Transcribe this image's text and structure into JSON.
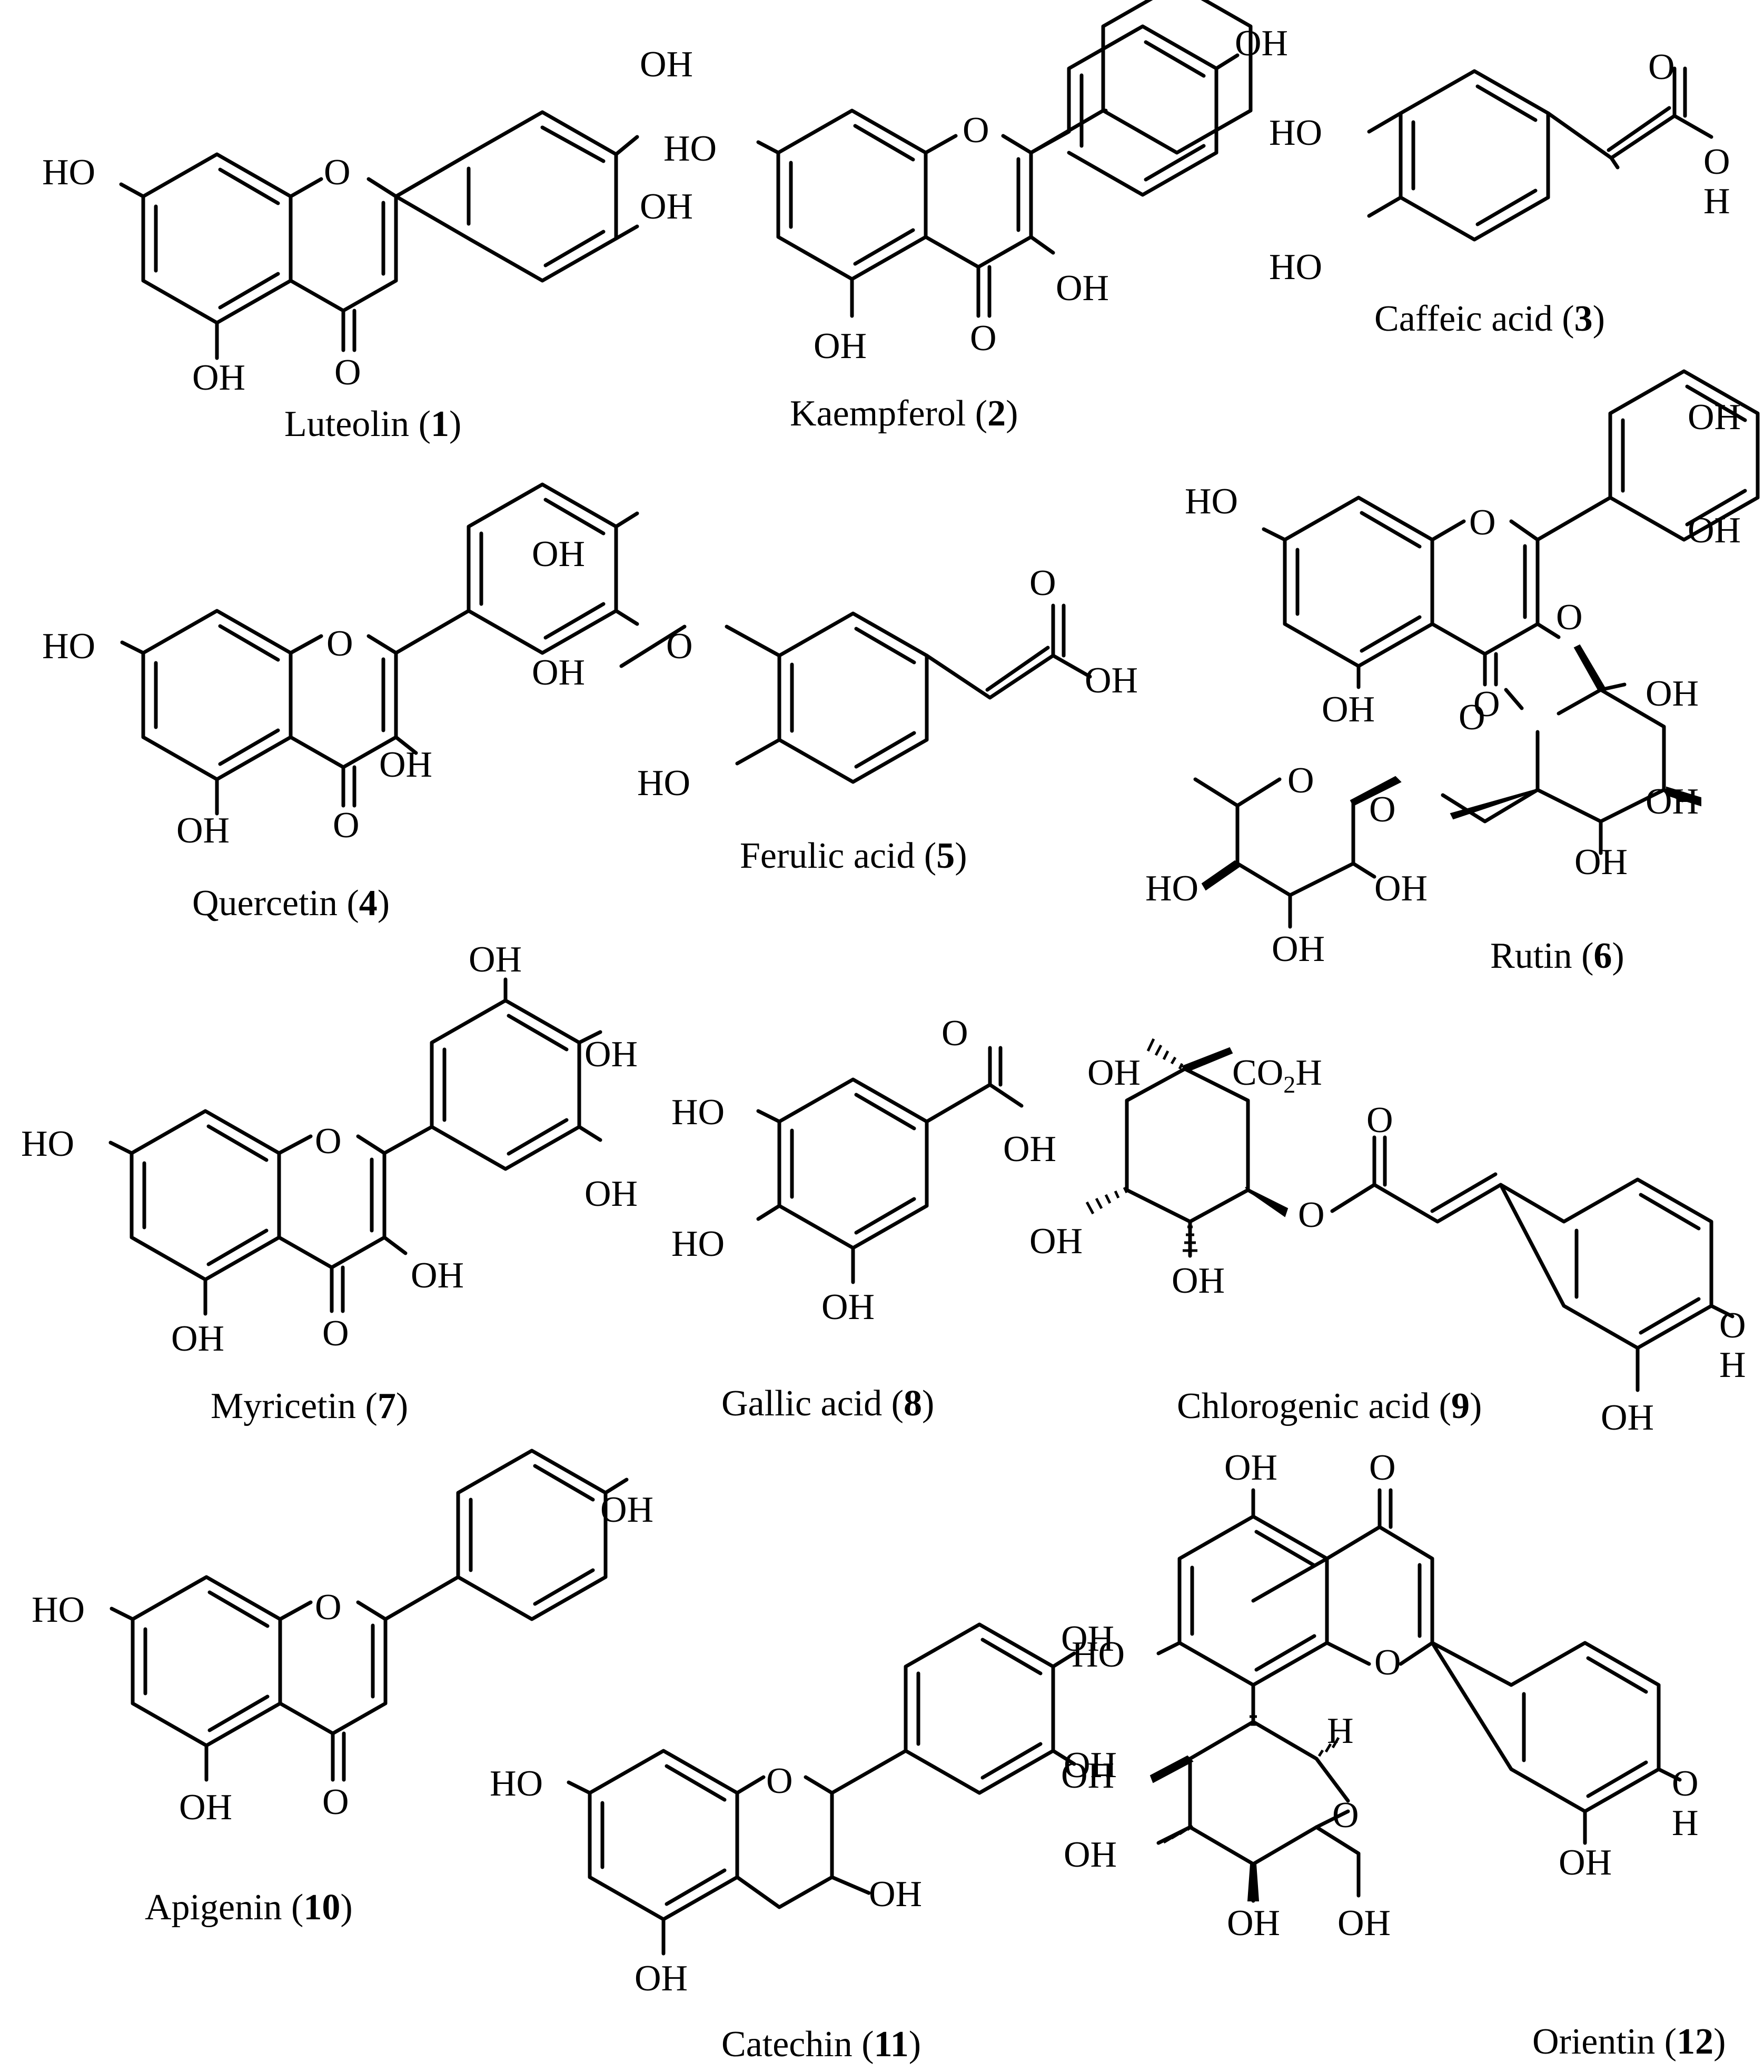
{
  "atom_labels": {
    "OH": "OH",
    "HO": "HO",
    "O": "O",
    "H": "H",
    "CO2H_main": "CO",
    "CO2H_sub": "2",
    "CO2H_tail": "H"
  },
  "compounds": [
    {
      "id": "luteolin",
      "name": "Luteolin",
      "number": "1"
    },
    {
      "id": "kaempferol",
      "name": "Kaempferol",
      "number": "2"
    },
    {
      "id": "caffeic",
      "name": "Caffeic acid",
      "number": "3"
    },
    {
      "id": "quercetin",
      "name": "Quercetin",
      "number": "4"
    },
    {
      "id": "ferulic",
      "name": "Ferulic acid",
      "number": "5"
    },
    {
      "id": "rutin",
      "name": "Rutin",
      "number": "6"
    },
    {
      "id": "myricetin",
      "name": "Myricetin",
      "number": "7"
    },
    {
      "id": "gallic",
      "name": "Gallic acid",
      "number": "8"
    },
    {
      "id": "chlorogenic",
      "name": "Chlorogenic acid",
      "number": "9"
    },
    {
      "id": "apigenin",
      "name": "Apigenin",
      "number": "10"
    },
    {
      "id": "catechin",
      "name": "Catechin",
      "number": "11"
    },
    {
      "id": "orientin",
      "name": "Orientin",
      "number": "12"
    }
  ]
}
